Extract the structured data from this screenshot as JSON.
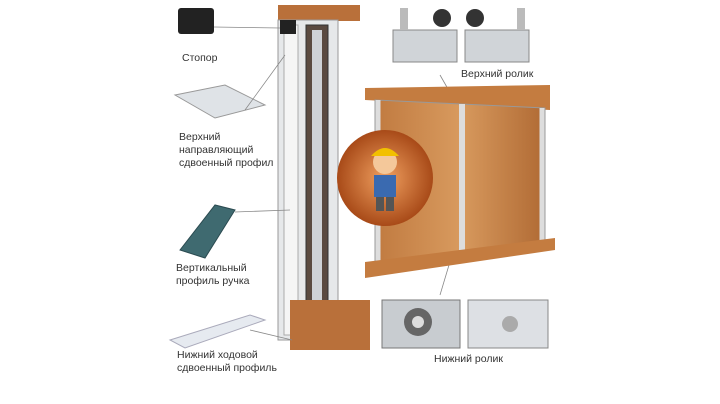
{
  "labels": {
    "stopper": "Стопор",
    "top_profile": [
      "Верхний",
      "направляющий",
      "сдвоенный профил"
    ],
    "vertical_profile": [
      "Вертикальный",
      "профиль ручка"
    ],
    "bottom_profile": [
      "Нижний ходовой",
      "сдвоенный профиль"
    ],
    "top_roller": "Верхний ролик",
    "bottom_roller": "Нижний ролик"
  },
  "colors": {
    "wood": "#b9703a",
    "aluminum": "#d8dce0",
    "badge": "#c9662a"
  }
}
